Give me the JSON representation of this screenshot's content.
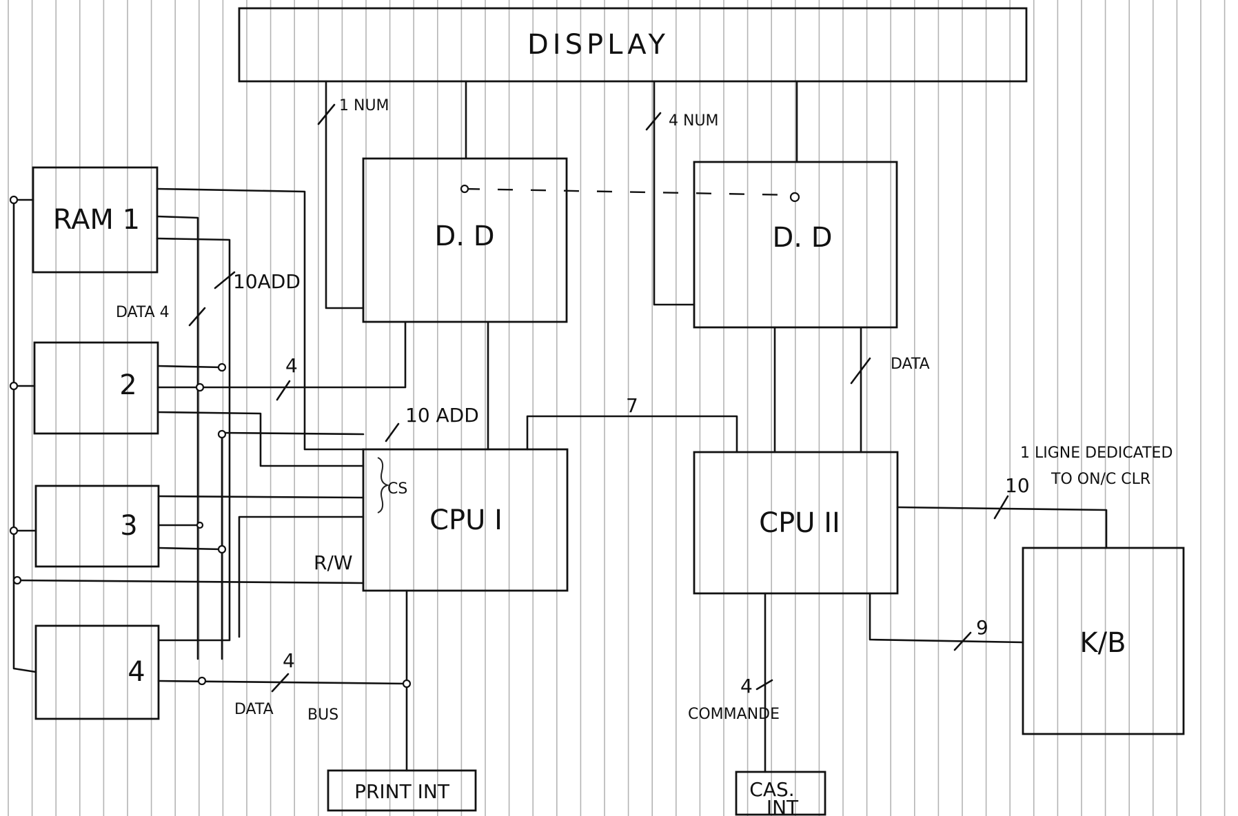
{
  "title": "DISPLAY",
  "blocks": {
    "ram1": "RAM 1",
    "ram2": "2",
    "ram3": "3",
    "ram4": "4",
    "dd_left": "D. D",
    "dd_right": "D. D",
    "cpu1": "CPU I",
    "cpu2": "CPU II",
    "kb": "K/B",
    "print_int": "PRINT INT",
    "cas_int_line1": "CAS.",
    "cas_int_line2": "INT"
  },
  "labels": {
    "num_left": "1 NUM",
    "num_right": "4 NUM",
    "add_top": "10ADD",
    "data4": "DATA 4",
    "bus_width_4a": "4",
    "add_cpu1": "10 ADD",
    "cs": "CS",
    "rw": "R/W",
    "seven": "7",
    "data_right": "DATA",
    "ligne": "1 LIGNE DEDICATED",
    "to_onc": "TO ON/C CLR",
    "ten": "10",
    "nine": "9",
    "bus_width_4b": "4",
    "data_bus_1": "DATA",
    "data_bus_2": "BUS",
    "commande_width": "4",
    "commande": "COMMANDE"
  }
}
